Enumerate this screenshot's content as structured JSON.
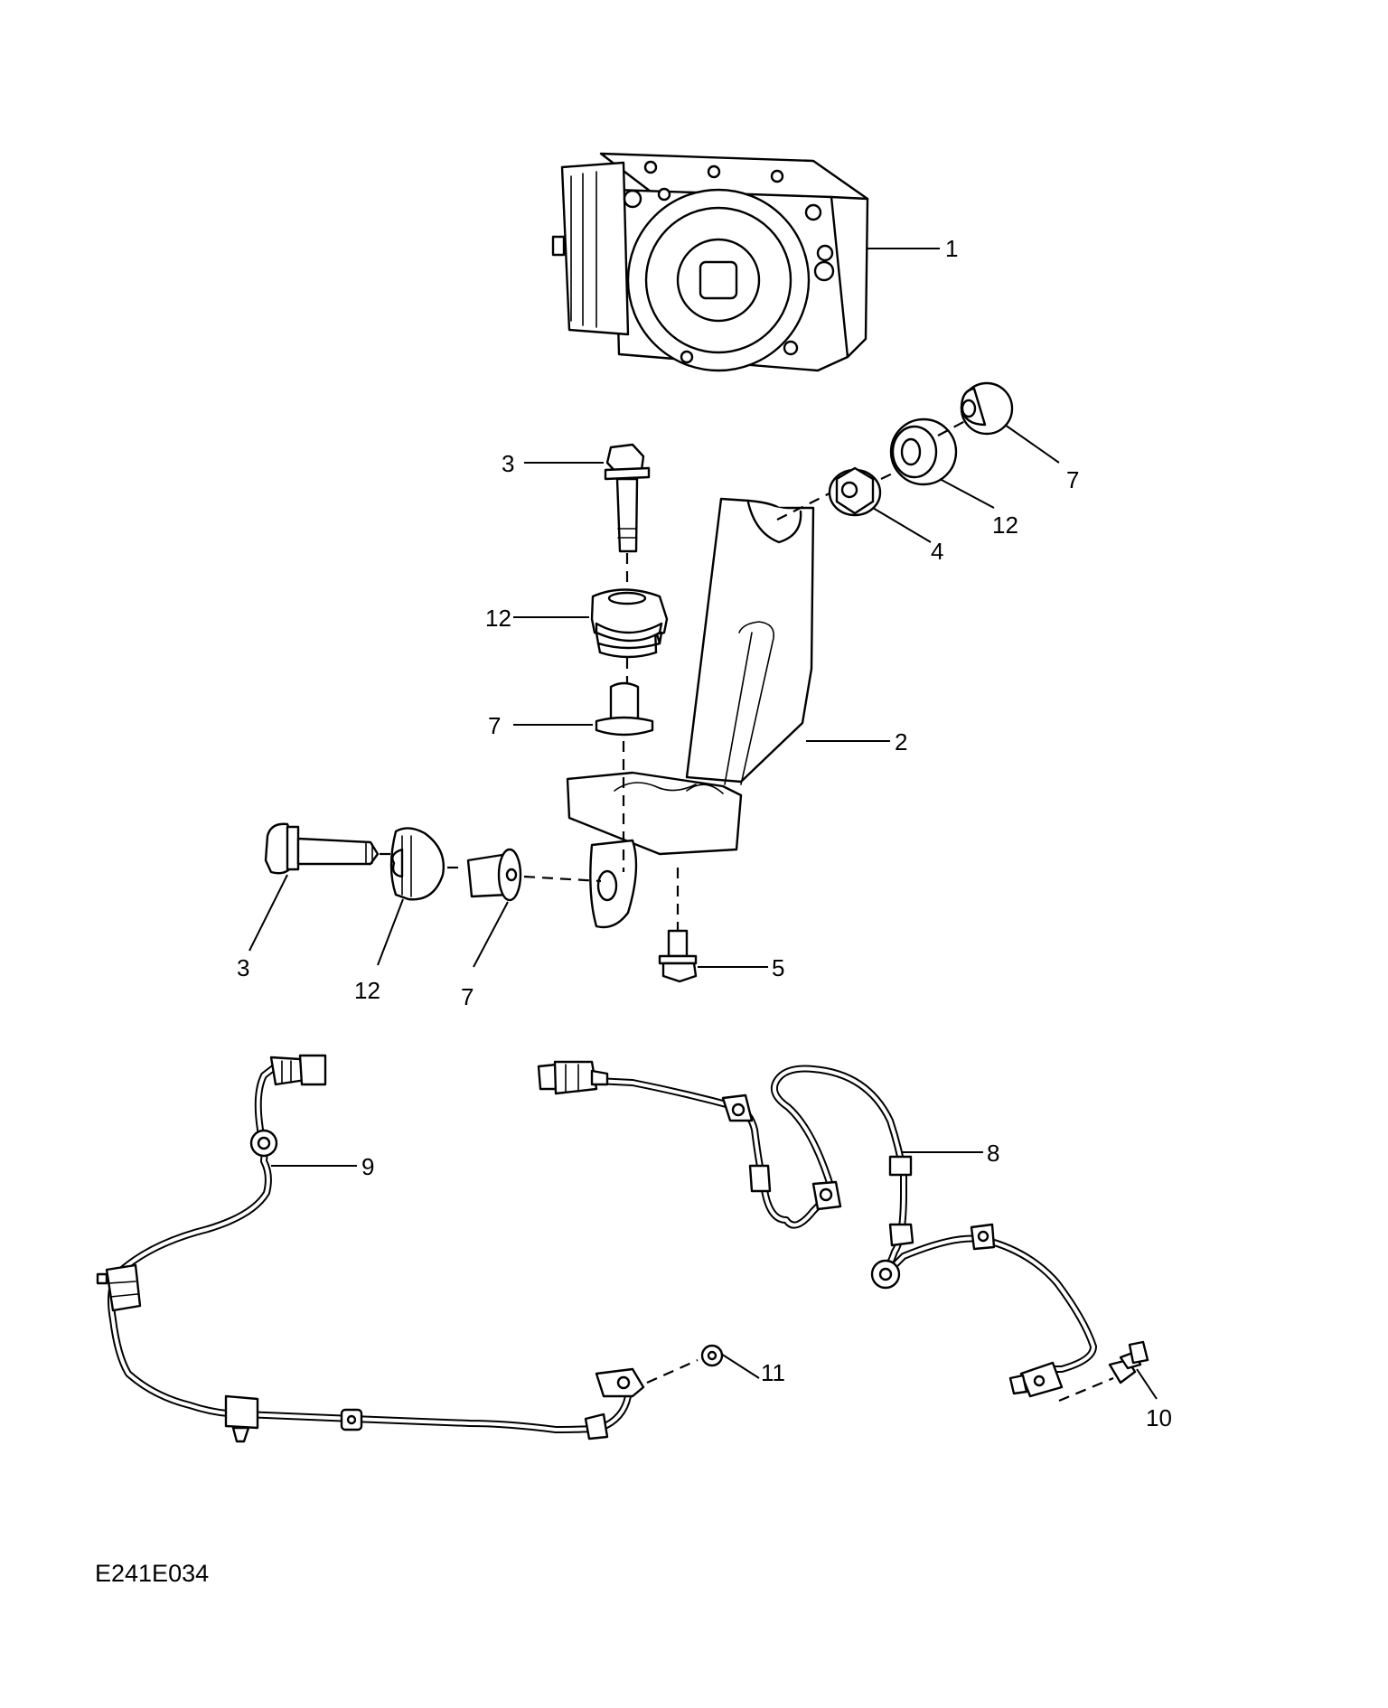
{
  "figure_ref": "E241E034",
  "callouts": {
    "c1": "1",
    "c2": "2",
    "c3a": "3",
    "c3b": "3",
    "c4": "4",
    "c5": "5",
    "c7a": "7",
    "c7b": "7",
    "c7c": "7",
    "c8": "8",
    "c9": "9",
    "c10": "10",
    "c11": "11",
    "c12a": "12",
    "c12b": "12",
    "c12c": "12"
  }
}
